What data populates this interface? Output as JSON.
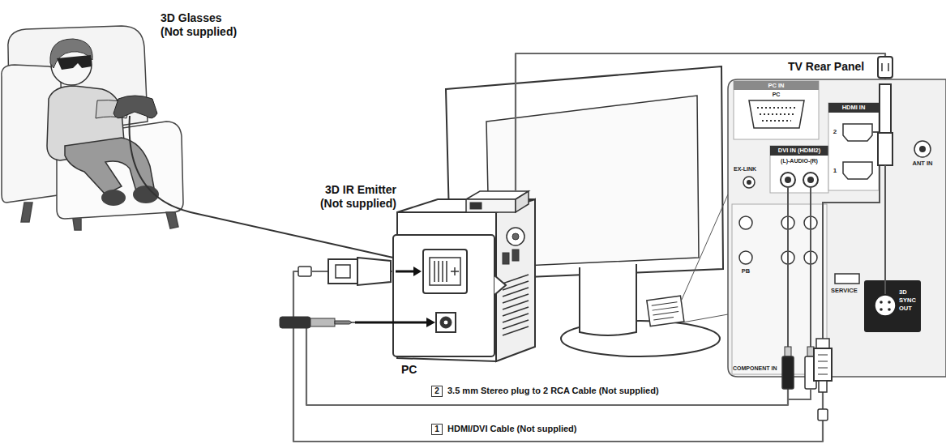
{
  "diagram": {
    "nodes": [
      {
        "text": [
          "3D IR Emitter (Not supplied)"
        ]
      },
      {
        "text": [
          "PC"
        ]
      },
      {
        "text": [
          "TV Rear Panel"
        ]
      }
    ],
    "edges": [
      {
        "from": 1,
        "to": 2,
        "label": "HDMI/DVI Cable (Not supplied)",
        "arrow": "none"
      },
      {
        "from": 1,
        "to": 2,
        "label": "3.5 mm Stereo plug to 2 RCA Cable (Not supplied)",
        "arrow": "none"
      },
      {
        "from": 2,
        "to": 0,
        "arrow": "none"
      }
    ],
    "labels": [
      "3D Glasses (Not supplied)",
      "PC IN",
      "PC",
      "EX-LINK",
      "DVI IN (HDMI2)",
      "(L)-AUDIO-(R)",
      "HDMI IN",
      "2",
      "1",
      "ANT IN",
      "PB",
      "COMPONENT IN",
      "SERVICE",
      "3D SYNC OUT",
      "2",
      "1"
    ]
  }
}
